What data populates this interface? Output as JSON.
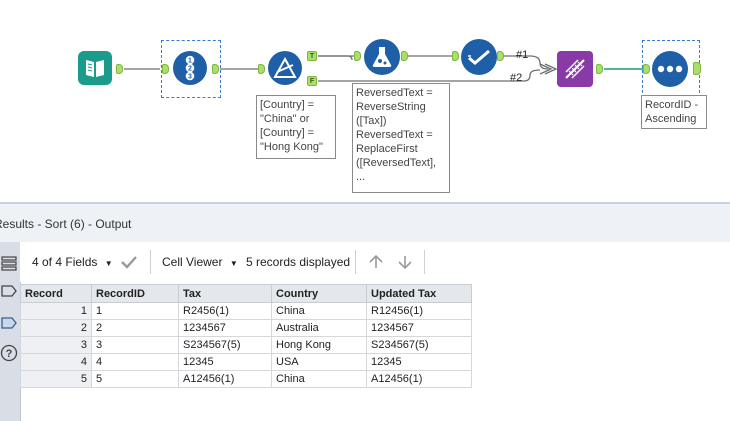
{
  "workflow": {
    "filter_expression": "[Country] =\n\"China\" or\n[Country] =\n\"Hong Kong\"",
    "formula_expression": "ReversedText =\nReverseString\n([Tax])\nReversedText =\nReplaceFirst\n([ReversedText],\n...",
    "sort_annotation": "RecordID -\nAscending",
    "true_anchor": "T",
    "false_anchor": "F",
    "union_input_1": "#1",
    "union_input_2": "#2"
  },
  "results": {
    "title": "Results - Sort (6) - Output",
    "fields_label": "4 of 4 Fields",
    "viewer_label": "Cell Viewer",
    "records_label": "5 records displayed"
  },
  "table": {
    "headers": [
      "Record",
      "RecordID",
      "Tax",
      "Country",
      "Updated Tax"
    ],
    "rows": [
      [
        "1",
        "1",
        "R2456(1)",
        "China",
        "R12456(1)"
      ],
      [
        "2",
        "2",
        "1234567",
        "Australia",
        "1234567"
      ],
      [
        "3",
        "3",
        "S234567(5)",
        "Hong Kong",
        "S234567(5)"
      ],
      [
        "4",
        "4",
        "12345",
        "USA",
        "12345"
      ],
      [
        "5",
        "5",
        "A12456(1)",
        "China",
        "A12456(1)"
      ]
    ]
  },
  "colors": {
    "input_tool": "#1a9b8c",
    "record_id_tool": "#1f5fa8",
    "filter_tool": "#1f5fa8",
    "formula_tool": "#1f5fa8",
    "select_tool": "#1f5fa8",
    "union_tool": "#8a3aa6",
    "sort_tool": "#1f5fa8",
    "anchor": "#a8e06a",
    "connection": "#6e6e6e"
  },
  "icons": {
    "input": "book-icon",
    "record_id": "numbered-list-icon",
    "filter": "triangle-filter-icon",
    "formula": "flask-icon",
    "select": "checkmark-icon",
    "union": "dna-icon",
    "sort": "three-dots-icon"
  }
}
